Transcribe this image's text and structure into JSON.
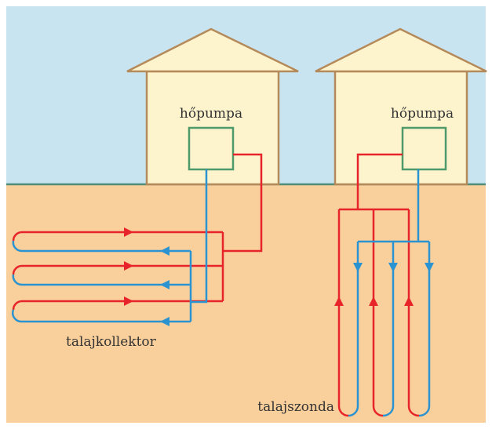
{
  "labels": {
    "heat_pump_left": "hőpumpa",
    "heat_pump_right": "hőpumpa",
    "ground_collector": "talajkollektor",
    "ground_probe": "talajszonda"
  },
  "colors": {
    "sky": "#c9e4f1",
    "ground": "#f9cf9c",
    "ground_line": "#4f8f77",
    "house_fill": "#fdf4cd",
    "house_outline": "#b58a5a",
    "pump_box": "#4f9a6a",
    "hot_pipe": "#e8242b",
    "cold_pipe": "#2a93d0"
  },
  "icons": {
    "flow_up": "arrow-up-icon",
    "flow_down": "arrow-down-icon",
    "flow_right": "arrow-right-icon",
    "flow_left": "arrow-left-icon"
  }
}
